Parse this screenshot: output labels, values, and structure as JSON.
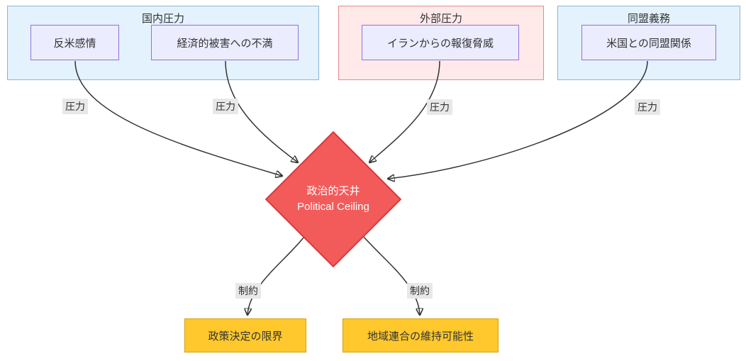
{
  "diagram": {
    "groups": [
      {
        "title": "国内圧力",
        "nodes": [
          {
            "label": "反米感情"
          },
          {
            "label": "経済的被害への不満"
          }
        ]
      },
      {
        "title": "外部圧力",
        "nodes": [
          {
            "label": "イランからの報復脅威"
          }
        ]
      },
      {
        "title": "同盟義務",
        "nodes": [
          {
            "label": "米国との同盟関係"
          }
        ]
      }
    ],
    "center_node": {
      "line1": "政治的天井",
      "line2": "Political Ceiling"
    },
    "output_nodes": [
      {
        "label": "政策決定の限界"
      },
      {
        "label": "地域連合の維持可能性"
      }
    ],
    "edges": [
      {
        "from": "反米感情",
        "to": "政治的天井",
        "label": "圧力"
      },
      {
        "from": "経済的被害への不満",
        "to": "政治的天井",
        "label": "圧力"
      },
      {
        "from": "イランからの報復脅威",
        "to": "政治的天井",
        "label": "圧力"
      },
      {
        "from": "米国との同盟関係",
        "to": "政治的天井",
        "label": "圧力"
      },
      {
        "from": "政治的天井",
        "to": "政策決定の限界",
        "label": "制約"
      },
      {
        "from": "政治的天井",
        "to": "地域連合の維持可能性",
        "label": "制約"
      }
    ],
    "colors": {
      "group_blue_fill": "#e3f2fd",
      "group_blue_border": "#8cb4d4",
      "group_red_fill": "#ffe9e9",
      "group_red_border": "#e38c8c",
      "node_fill": "#ececff",
      "node_border": "#9370db",
      "diamond_fill": "#f35b5b",
      "diamond_border": "#d63a3a",
      "output_fill": "#ffc82c",
      "output_border": "#d9a300",
      "edge_stroke": "#333333",
      "edge_label_bg": "#e8e8e8"
    }
  }
}
